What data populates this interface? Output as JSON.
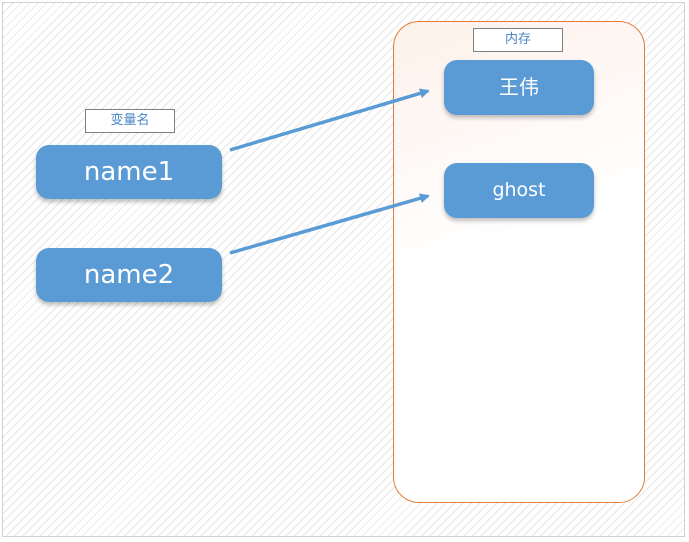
{
  "labels": {
    "variable_names": "变量名",
    "memory": "内存"
  },
  "variables": [
    {
      "name": "name1"
    },
    {
      "name": "name2"
    }
  ],
  "memory_values": [
    {
      "value": "王伟"
    },
    {
      "value": "ghost"
    }
  ],
  "colors": {
    "pill_fill": "#5b9bd5",
    "arrow": "#5b9bd5",
    "memory_border": "#e07b39",
    "label_text": "#4a86c5"
  }
}
